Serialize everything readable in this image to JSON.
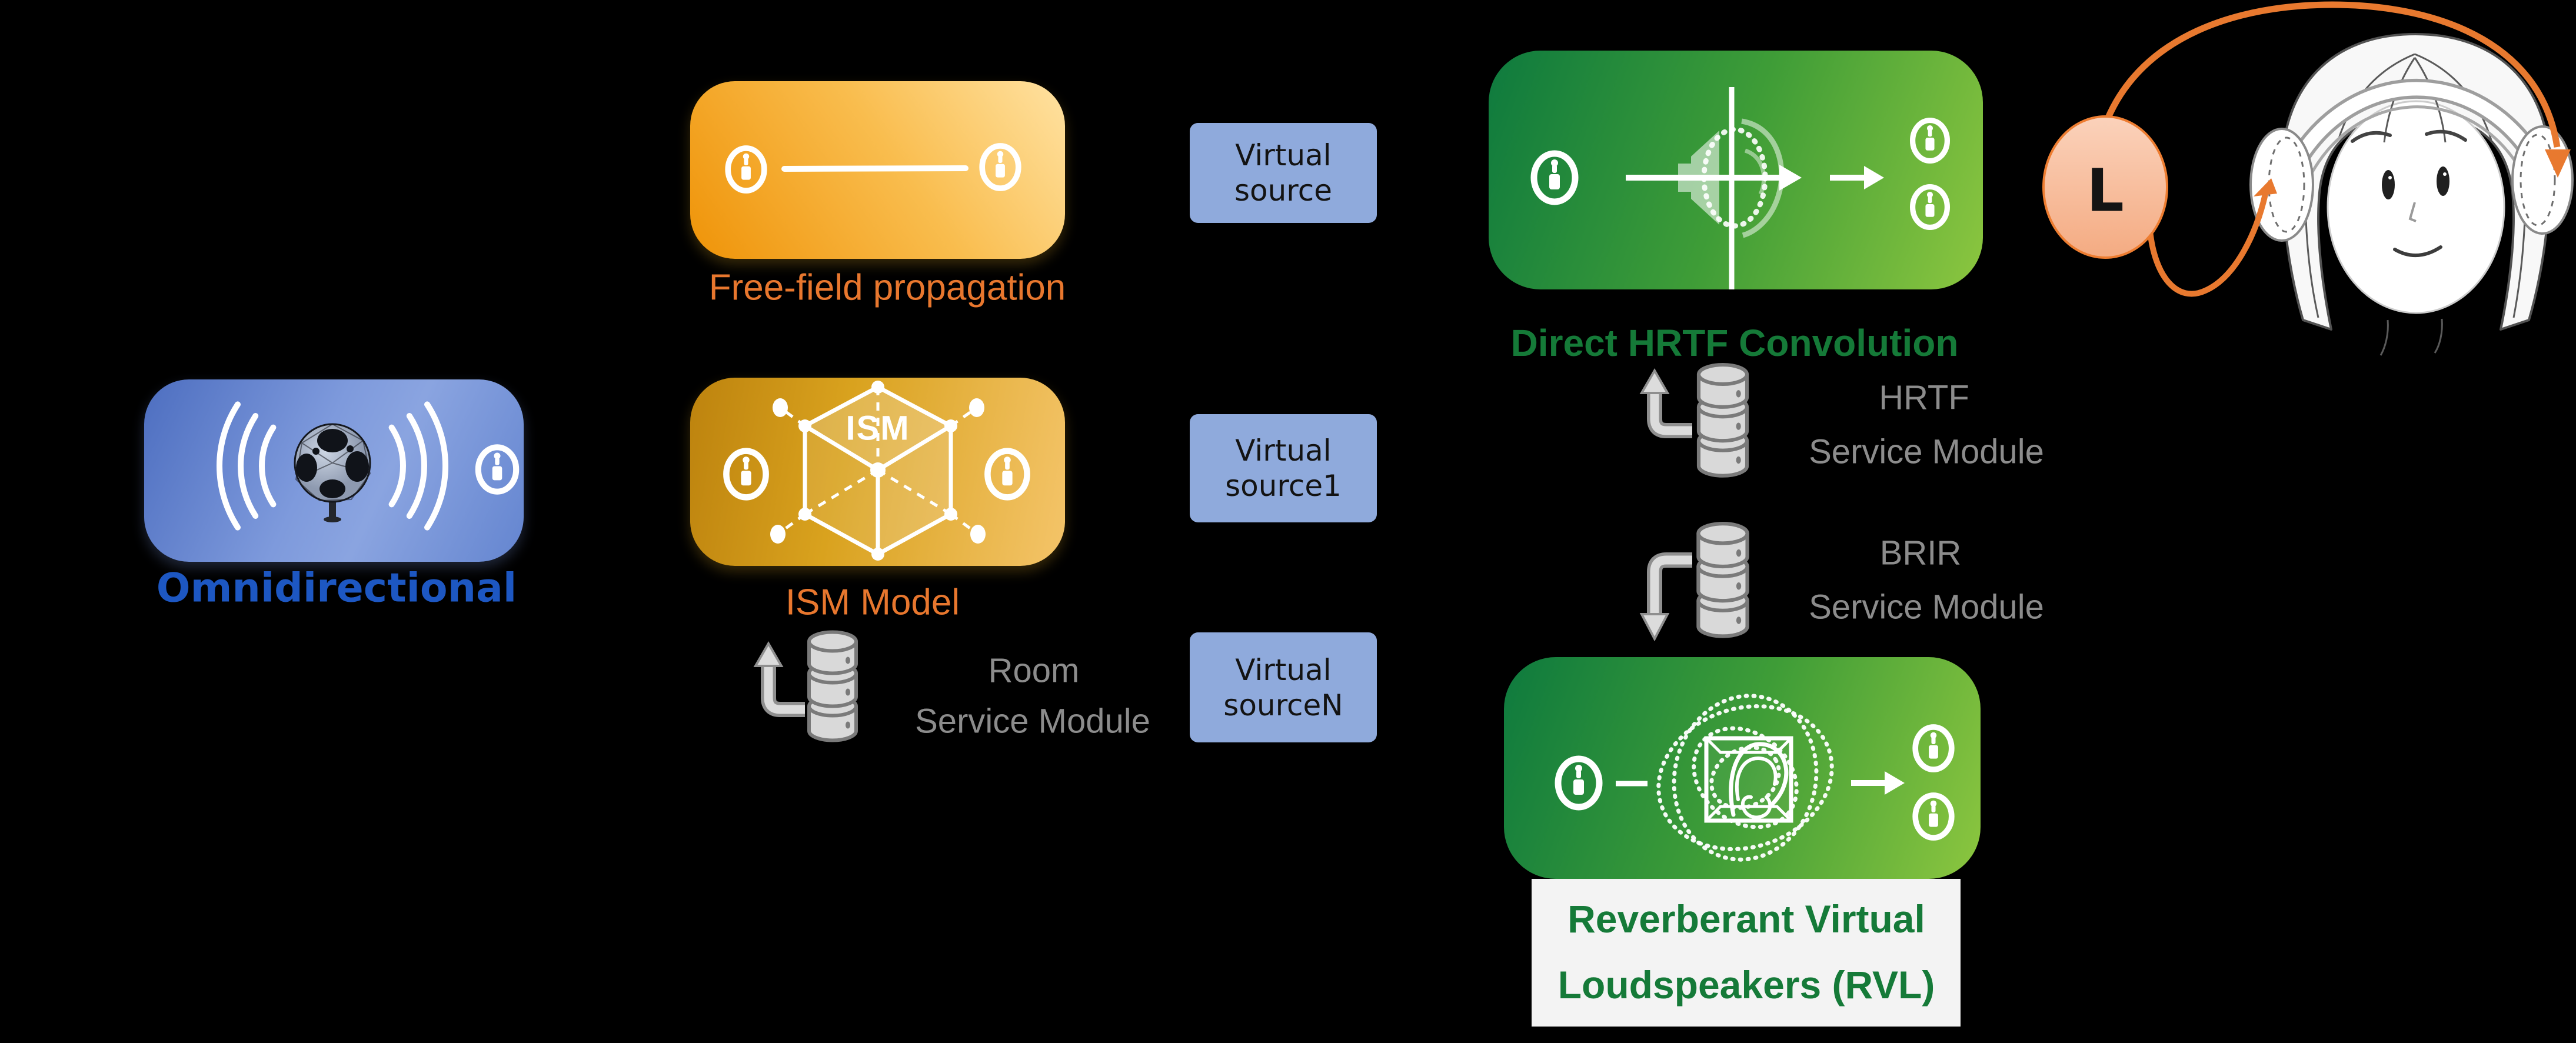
{
  "source": {
    "label": "Omnidirectional"
  },
  "free_field": {
    "label": "Free-field propagation"
  },
  "ism": {
    "label": "ISM Model",
    "badge": "ISM"
  },
  "room_module": {
    "line1": "Room",
    "line2": "Service Module"
  },
  "virtual_sources": [
    {
      "line1": "Virtual",
      "line2": "source"
    },
    {
      "line1": "Virtual",
      "line2": "source1"
    },
    {
      "line1": "Virtual",
      "line2": "sourceN"
    }
  ],
  "direct_hrtf": {
    "label": "Direct HRTF Convolution"
  },
  "hrtf_module": {
    "line1": "HRTF",
    "line2": "Service Module"
  },
  "brir_module": {
    "line1": "BRIR",
    "line2": "Service Module"
  },
  "rvl": {
    "line1": "Reverberant Virtual",
    "line2": "Loudspeakers (RVL)"
  },
  "listener": {
    "channel": "L"
  },
  "colors": {
    "background": "#000000",
    "accent_orange": "#ED7D31",
    "caption_blue": "#1d57c2",
    "caption_green": "#157a38",
    "virtual_box_blue": "#8FAADC",
    "service_text_gray": "#8c8c8c",
    "green_box_gradient": [
      "#0e7a3e",
      "#8cc63f"
    ],
    "orange_box_gradient": [
      "#f0970e",
      "#ffe2a2"
    ],
    "amber_box_gradient": [
      "#bd830e",
      "#f4c469"
    ],
    "blue_box_gradient": [
      "#4d6ec0",
      "#8aa4e0"
    ]
  }
}
